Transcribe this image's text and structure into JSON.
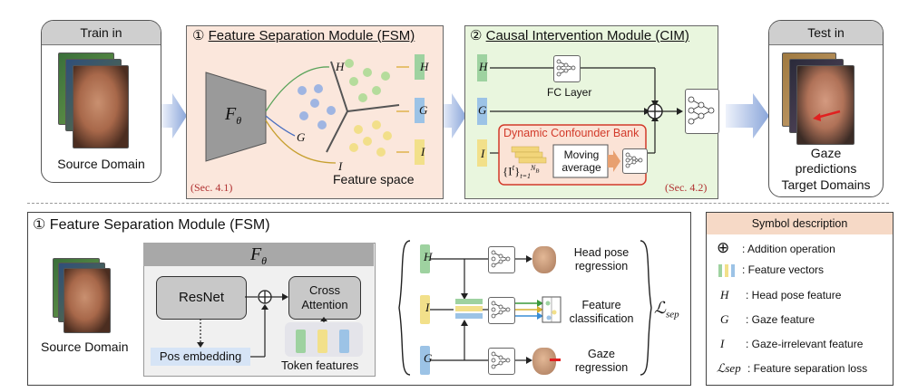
{
  "train": {
    "title": "Train in",
    "caption": "Source Domain"
  },
  "test": {
    "title": "Test in",
    "caption": "Gaze predictions",
    "caption2": "Target Domains"
  },
  "fsm": {
    "title": "Feature Separation Module (FSM)",
    "num": "①",
    "f_theta": "F",
    "f_sub": "θ",
    "feature_space": "Feature space",
    "sec": "(Sec. 4.1)",
    "labels": {
      "H": "H",
      "G": "G",
      "I": "I"
    }
  },
  "cim": {
    "title": "Causal Intervention Module (CIM)",
    "num": "②",
    "fc_layer": "FC Layer",
    "bank_title": "Dynamic Confounder Bank",
    "moving_avg": "Moving average",
    "bank_set": "{I",
    "bank_sup": "t",
    "bank_sub": "t=1",
    "bank_sup2": "N",
    "bank_sub2": "B",
    "sec": "(Sec. 4.2)"
  },
  "fsm_detail": {
    "title": "Feature Separation Module (FSM)",
    "num": "①",
    "f_theta": "F",
    "f_sub": "θ",
    "resnet": "ResNet",
    "cross_attention": "Cross Attention",
    "pos_embedding": "Pos embedding",
    "token_features": "Token features",
    "source_domain": "Source Domain",
    "head_pose": "Head pose regression",
    "feature_cls": "Feature classification",
    "gaze_reg": "Gaze regression",
    "loss": "ℒ",
    "loss_sub": "sep"
  },
  "symbols": {
    "title": "Symbol description",
    "rows": [
      {
        "sym": "⊕",
        "desc": ": Addition operation"
      },
      {
        "sym": "",
        "desc": ": Feature vectors"
      },
      {
        "sym": "H",
        "desc": ": Head pose feature"
      },
      {
        "sym": "G",
        "desc": ": Gaze feature"
      },
      {
        "sym": "I",
        "desc": ": Gaze-irrelevant feature"
      },
      {
        "sym": "ℒsep",
        "desc": ": Feature separation loss"
      }
    ]
  },
  "colors": {
    "fsm_bg": "#fbe7dc",
    "cim_bg": "#e9f6de",
    "h_feat": "#9ed2a0",
    "g_feat": "#9cc3e6",
    "i_feat": "#f2e08a",
    "bank_red": "#d23a2a",
    "arrow_blue": "#9fb6e0"
  }
}
